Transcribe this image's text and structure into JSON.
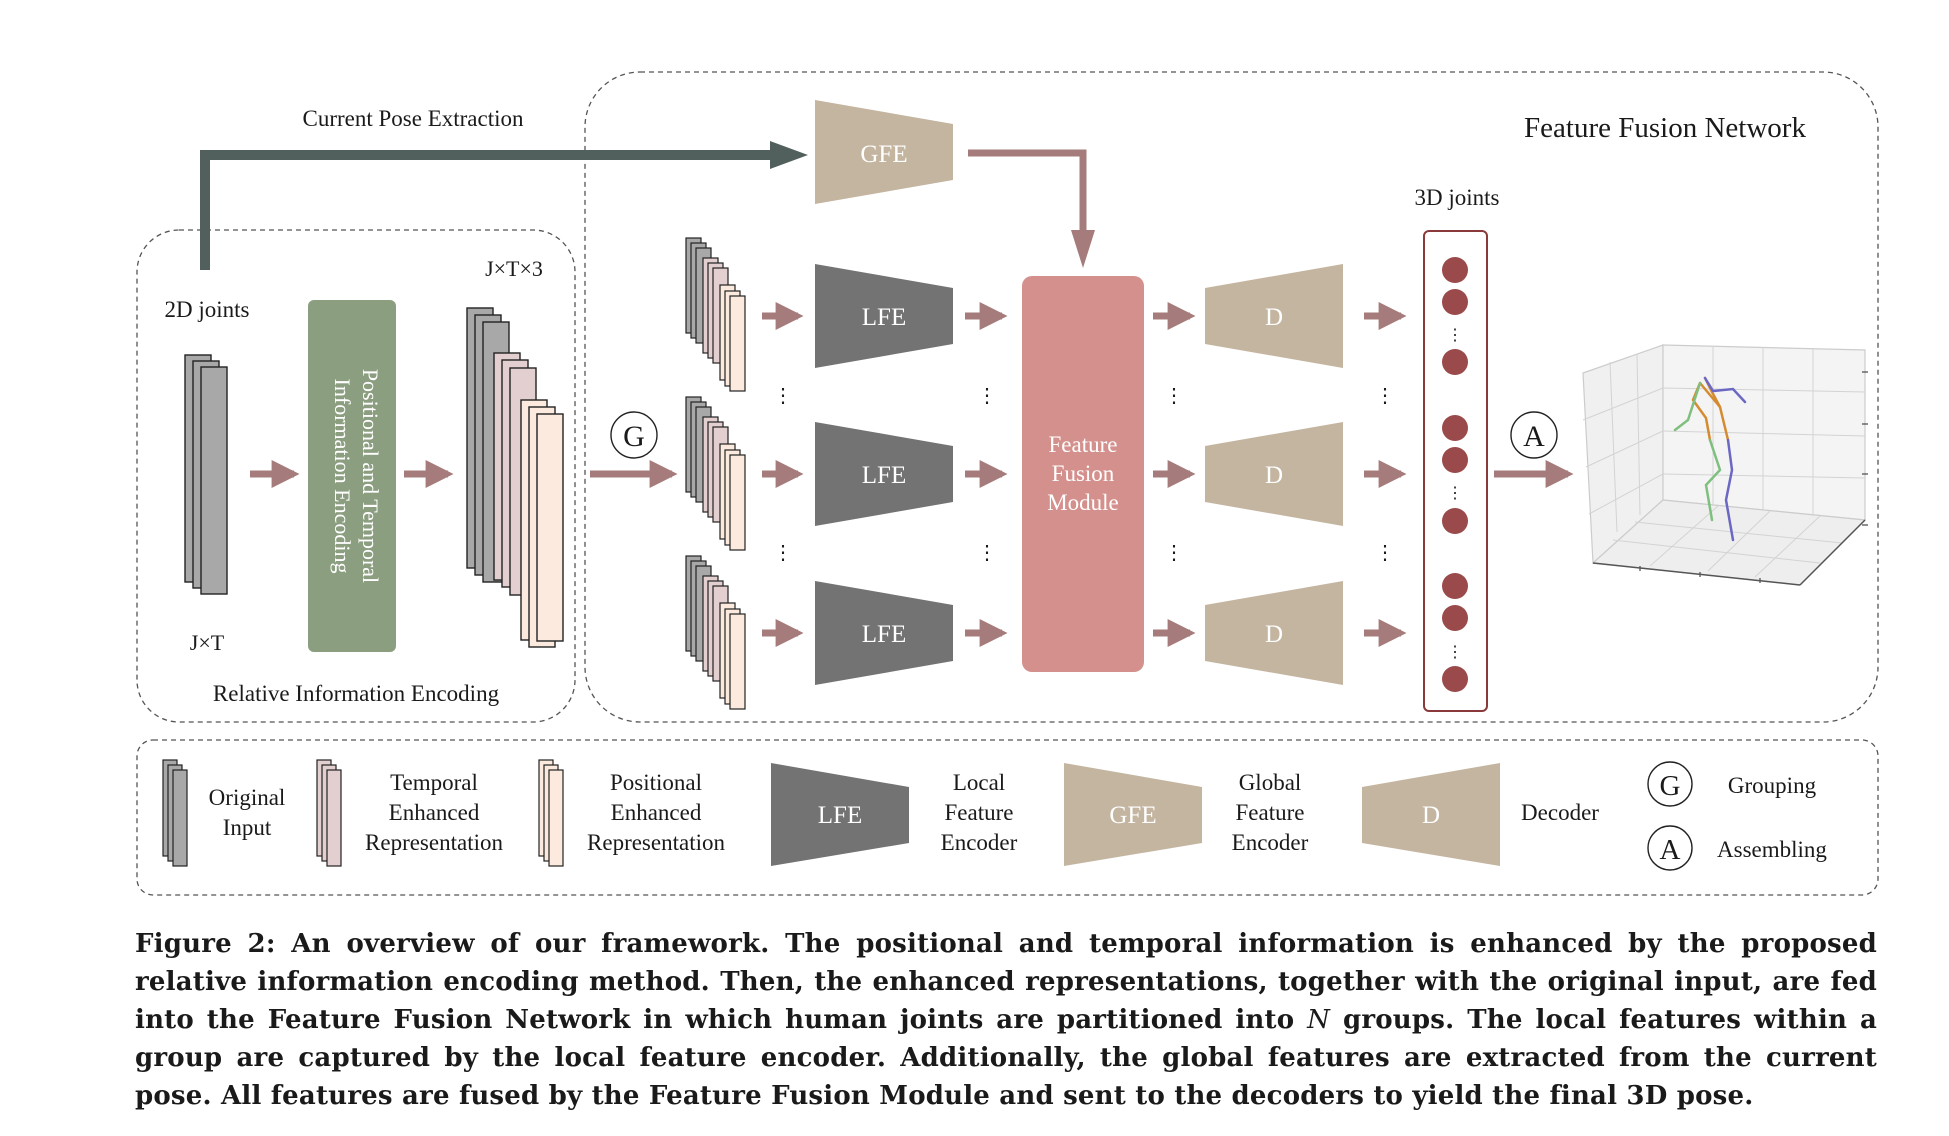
{
  "titles": {
    "current_pose_extraction": "Current Pose Extraction",
    "feature_fusion_network": "Feature Fusion Network",
    "relative_information_encoding": "Relative Information Encoding",
    "joints_2d": "2D joints",
    "joints_3d": "3D joints",
    "jt": "J×T",
    "jt3": "J×T×3"
  },
  "pie_lines": [
    "Positional and Temporal",
    "Information Encoding"
  ],
  "blocks": {
    "gfe": "GFE",
    "lfe": "LFE",
    "decoder": "D",
    "ffm_lines": [
      "Feature",
      "Fusion",
      "Module"
    ]
  },
  "symbols": {
    "grouping": "G",
    "assembling": "A",
    "vdots": "⋮"
  },
  "legend": {
    "original_input": [
      "Original",
      "Input"
    ],
    "temporal": [
      "Temporal",
      "Enhanced",
      "Representation"
    ],
    "positional": [
      "Positional",
      "Enhanced",
      "Representation"
    ],
    "lfe_name": [
      "Local",
      "Feature",
      "Encoder"
    ],
    "gfe_name": [
      "Global",
      "Feature",
      "Encoder"
    ],
    "decoder_name": "Decoder",
    "grouping_name": "Grouping",
    "assembling_name": "Assembling"
  },
  "caption": {
    "part1": "Figure 2: An overview of our framework. The positional and temporal information is enhanced by the proposed relative information encoding method. Then, the enhanced representations, together with the original input, are fed into the Feature Fusion Network in which human joints are partitioned into ",
    "n": "N",
    "part2": " groups. The local features within a group are captured by the local feature encoder. Additionally, the global features are extracted from the current pose. All features are fused by the Feature Fusion Module and sent to the decoders to yield the final 3D pose."
  },
  "colors": {
    "arrow": "#a67b7b",
    "dark_arrow": "#52605d",
    "lfe": "#737373",
    "gfe_d": "#c4b5a0",
    "ffm": "#d4908c",
    "pie": "#8c9e80",
    "joint": "#9a4a4a",
    "gray_sheet": "#a8a8a8",
    "pink_sheet": "#e3cfd0",
    "cream_sheet": "#fbeadd"
  }
}
